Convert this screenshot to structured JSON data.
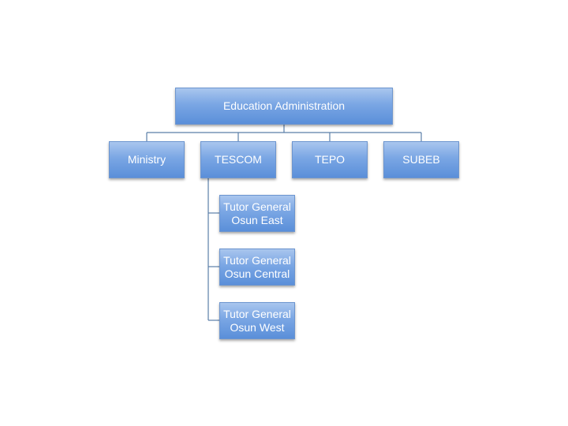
{
  "diagram": {
    "root": {
      "label": "Education Administration"
    },
    "children": [
      {
        "label": "Ministry"
      },
      {
        "label": "TESCOM"
      },
      {
        "label": "TEPO"
      },
      {
        "label": "SUBEB"
      }
    ],
    "tescom_children": [
      {
        "line1": "Tutor General",
        "line2": "Osun East"
      },
      {
        "line1": "Tutor General",
        "line2": "Osun Central"
      },
      {
        "line1": "Tutor General",
        "line2": "Osun West"
      }
    ]
  },
  "colors": {
    "box_top": "#a9c6ee",
    "box_bottom": "#5a8fd9",
    "connector": "#5b7fa8",
    "text": "#ffffff"
  }
}
